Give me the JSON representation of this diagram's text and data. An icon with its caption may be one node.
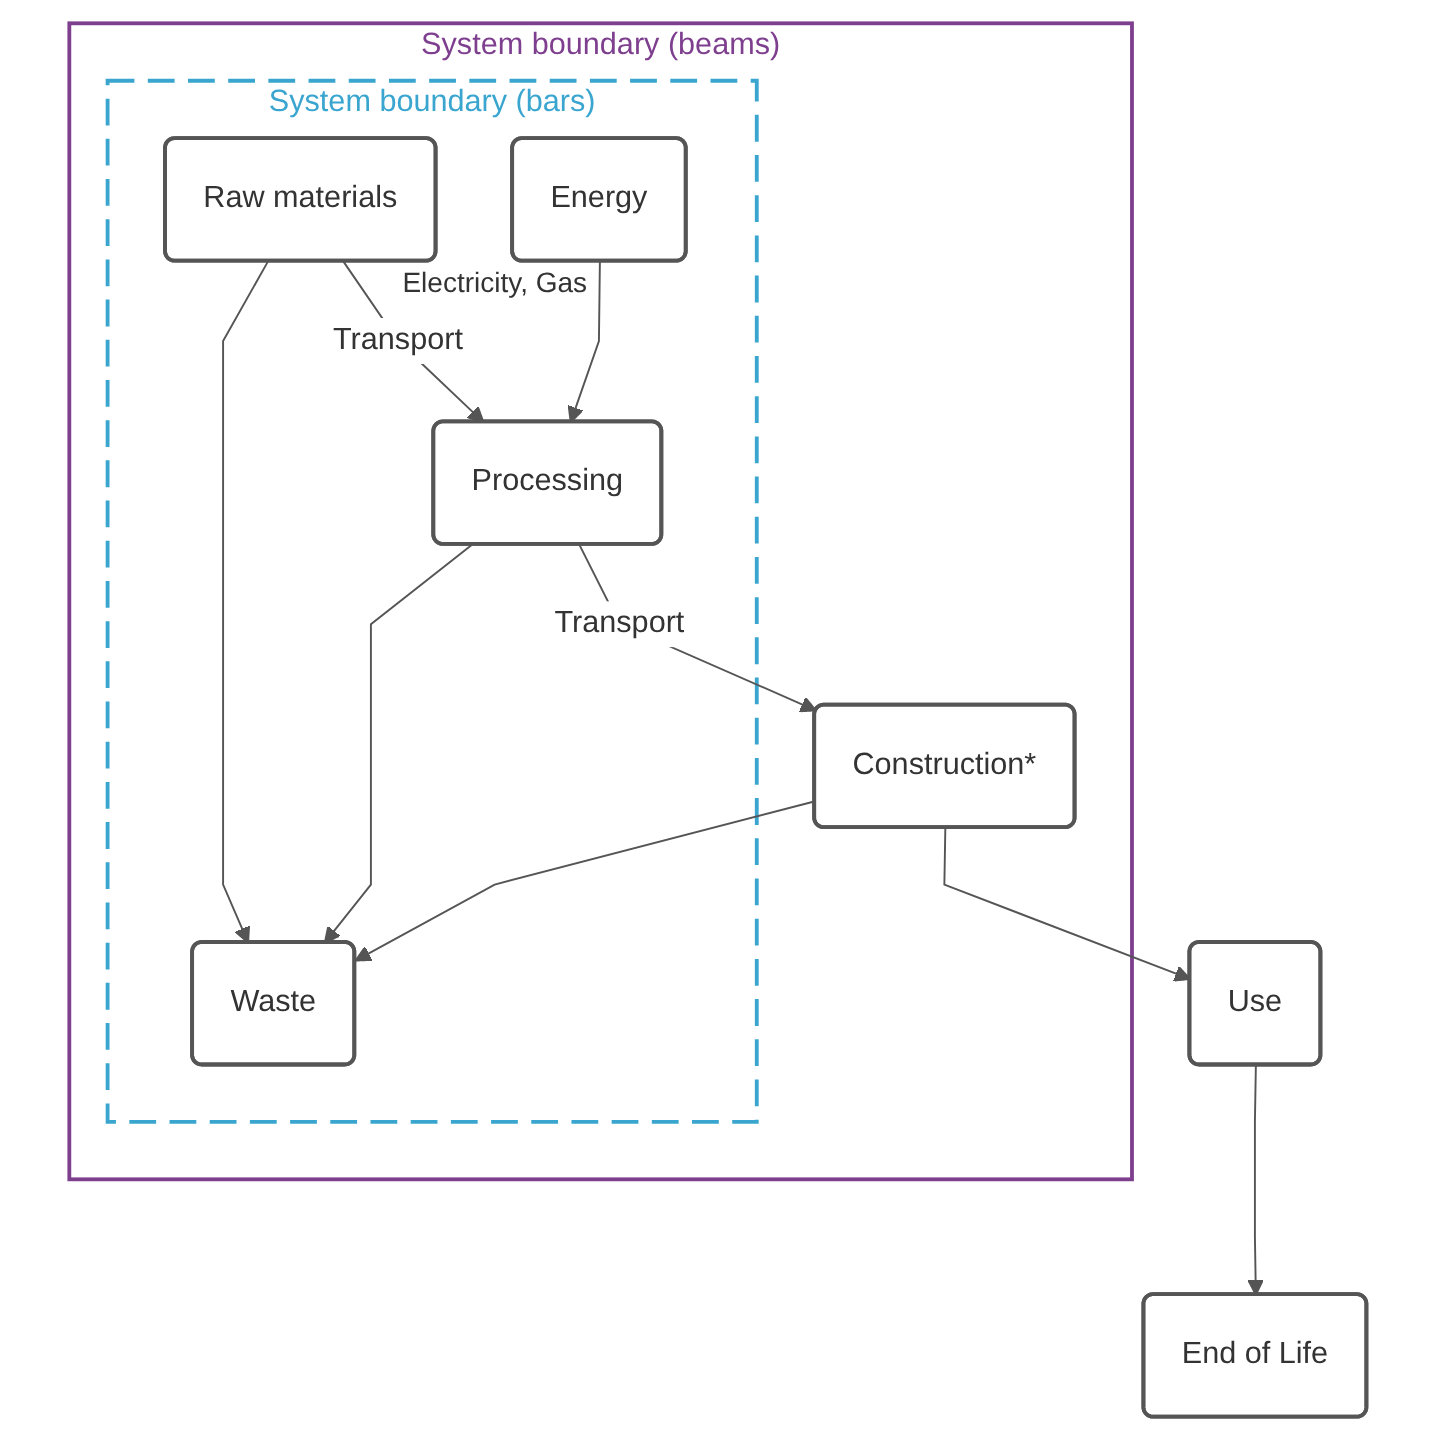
{
  "diagram": {
    "nodes": [
      {
        "text": [
          "System boundary (beams)"
        ]
      },
      {
        "text": [
          "System boundary (bars)"
        ],
        "in": 0
      },
      {
        "text": [
          "Raw materials"
        ],
        "in": 1
      },
      {
        "text": [
          "Energy"
        ],
        "in": 1,
        "beside": [
          "Electricity, Gas"
        ]
      },
      {
        "text": [
          "Processing"
        ],
        "in": 1
      },
      {
        "text": [
          "Waste"
        ],
        "in": 1
      },
      {
        "text": [
          "Construction*"
        ],
        "in": 0
      },
      {
        "text": [
          "Use"
        ]
      },
      {
        "text": [
          "End of Life"
        ]
      }
    ],
    "edges": [
      {
        "from": 2,
        "to": 4,
        "arrow": "to",
        "label": "Transport"
      },
      {
        "from": 2,
        "to": 5,
        "arrow": "to"
      },
      {
        "from": 3,
        "to": 4,
        "arrow": "to"
      },
      {
        "from": 4,
        "to": 5,
        "arrow": "to"
      },
      {
        "from": 4,
        "to": 6,
        "arrow": "to",
        "label": "Transport"
      },
      {
        "from": 6,
        "to": 5,
        "arrow": "to"
      },
      {
        "from": 6,
        "to": 7,
        "arrow": "to"
      },
      {
        "from": 7,
        "to": 8,
        "arrow": "to"
      }
    ]
  }
}
